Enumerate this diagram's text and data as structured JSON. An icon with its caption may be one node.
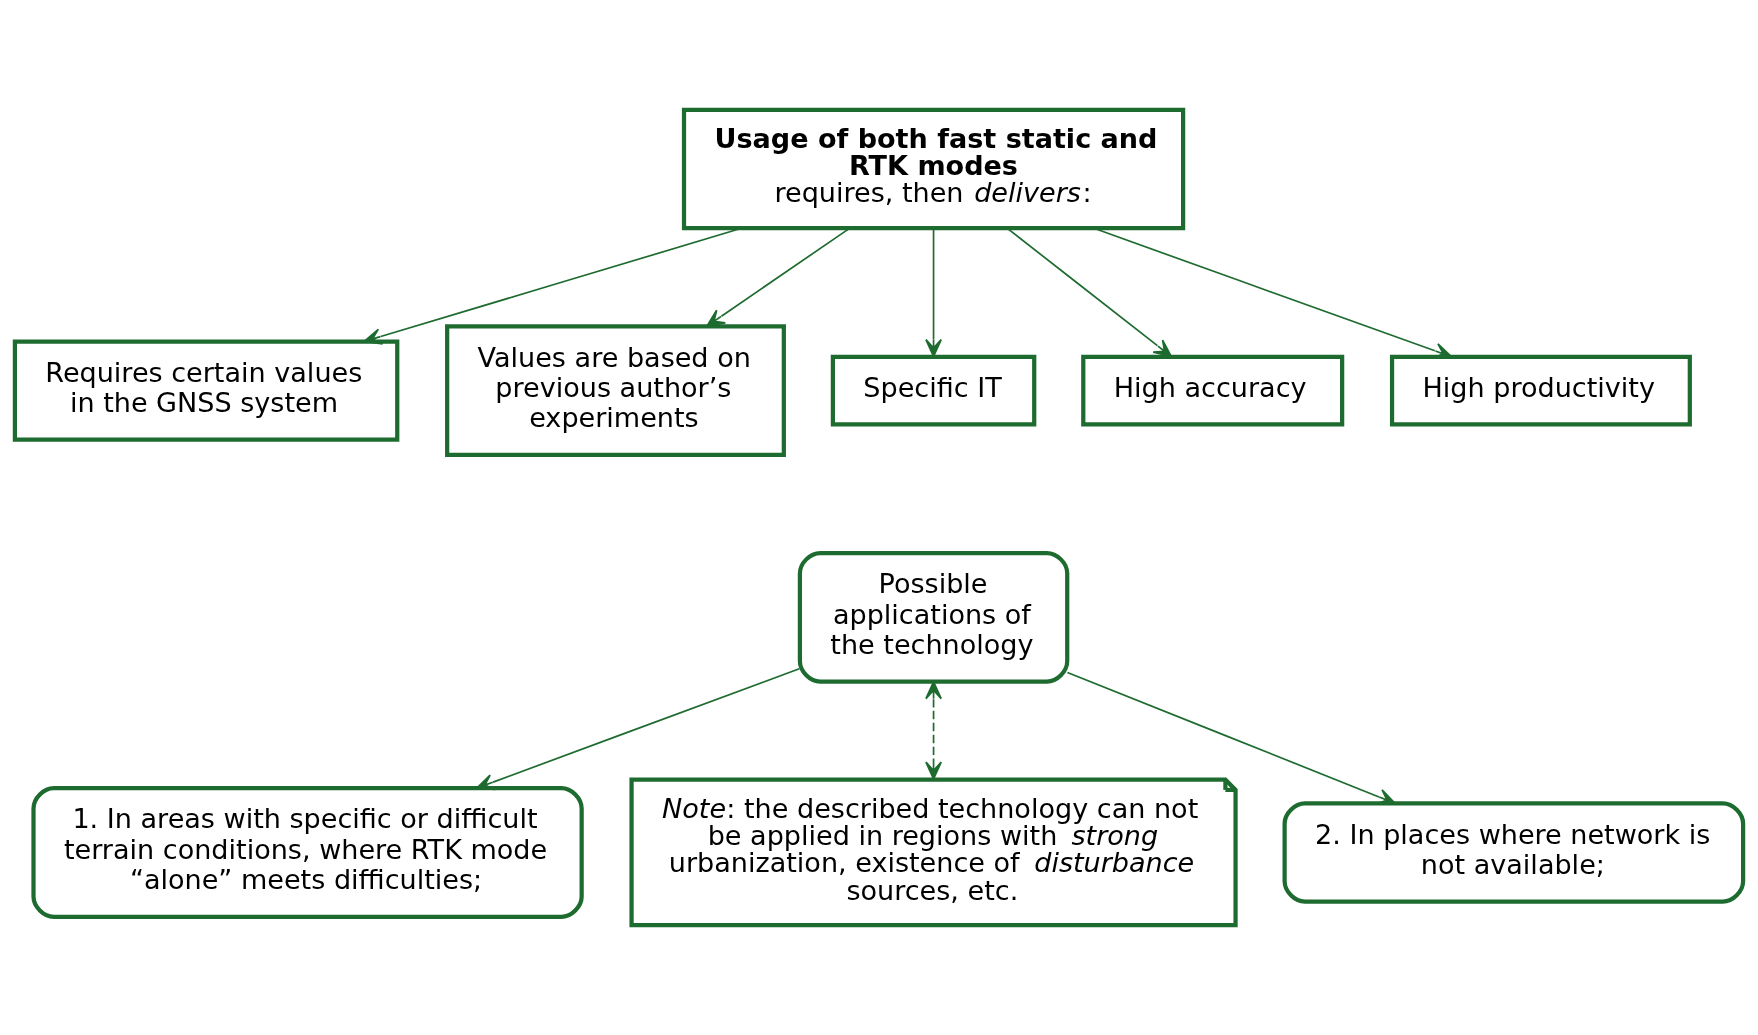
{
  "diagram": {
    "nodes": [
      {
        "text": [
          "Usage of both fast static and RTK modes",
          "requires, then *delivers*:"
        ]
      },
      {
        "text": [
          "Requires certain values in the GNSS system"
        ]
      },
      {
        "text": [
          "Values are based on previous author’s experiments"
        ]
      },
      {
        "text": [
          "Specific IT"
        ]
      },
      {
        "text": [
          "High accuracy"
        ]
      },
      {
        "text": [
          "High productivity"
        ]
      },
      {
        "text": [
          "Possible applications of the technology"
        ]
      },
      {
        "text": [
          "1. In areas with specific or difficult terrain conditions, where RTK mode “alone” meets difficulties;"
        ]
      },
      {
        "text": [
          "*Note*: the described technology can not be applied in regions with *strong* urbanization, existence of *disturbance* sources, etc."
        ]
      },
      {
        "text": [
          "2. In places where network is not available;"
        ]
      }
    ],
    "edges": [
      {
        "from": 0,
        "to": 1,
        "arrow": "to"
      },
      {
        "from": 0,
        "to": 2,
        "arrow": "to"
      },
      {
        "from": 0,
        "to": 3,
        "arrow": "to"
      },
      {
        "from": 0,
        "to": 4,
        "arrow": "to"
      },
      {
        "from": 0,
        "to": 5,
        "arrow": "to"
      },
      {
        "from": 6,
        "to": 7,
        "arrow": "to"
      },
      {
        "from": 6,
        "to": 9,
        "arrow": "to"
      },
      {
        "from": 6,
        "to": 8,
        "arrow": "both",
        "style": "dashed"
      }
    ]
  }
}
